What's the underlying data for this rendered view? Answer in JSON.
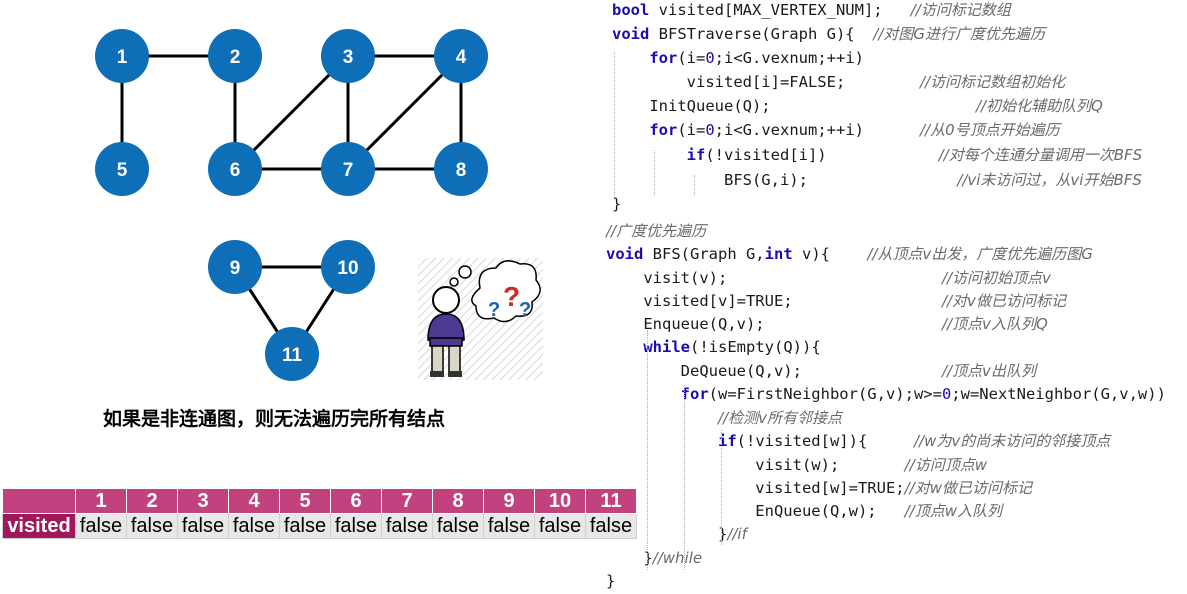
{
  "graph": {
    "nodes": [
      {
        "id": "1",
        "label": "1"
      },
      {
        "id": "2",
        "label": "2"
      },
      {
        "id": "3",
        "label": "3"
      },
      {
        "id": "4",
        "label": "4"
      },
      {
        "id": "5",
        "label": "5"
      },
      {
        "id": "6",
        "label": "6"
      },
      {
        "id": "7",
        "label": "7"
      },
      {
        "id": "8",
        "label": "8"
      },
      {
        "id": "9",
        "label": "9"
      },
      {
        "id": "10",
        "label": "10"
      },
      {
        "id": "11",
        "label": "11"
      }
    ],
    "edges": [
      [
        "1",
        "2"
      ],
      [
        "1",
        "5"
      ],
      [
        "2",
        "6"
      ],
      [
        "3",
        "4"
      ],
      [
        "3",
        "6"
      ],
      [
        "3",
        "7"
      ],
      [
        "4",
        "7"
      ],
      [
        "4",
        "8"
      ],
      [
        "6",
        "7"
      ],
      [
        "7",
        "8"
      ],
      [
        "9",
        "10"
      ],
      [
        "9",
        "11"
      ],
      [
        "10",
        "11"
      ]
    ],
    "node_color": "#0e6fb8"
  },
  "caption": "如果是非连通图，则无法遍历完所有结点",
  "table": {
    "row_label": "visited",
    "headers": [
      "1",
      "2",
      "3",
      "4",
      "5",
      "6",
      "7",
      "8",
      "9",
      "10",
      "11"
    ],
    "values": [
      "false",
      "false",
      "false",
      "false",
      "false",
      "false",
      "false",
      "false",
      "false",
      "false",
      "false"
    ],
    "header_color": "#c2417f",
    "label_color": "#a0185a"
  },
  "illustration": {
    "bubble_text": "?¿?",
    "icon": "confused-person-icon"
  },
  "code": {
    "lines": [
      [
        {
          "t": "bool",
          "c": "kw"
        },
        {
          "t": " visited[MAX_VERTEX_NUM];   "
        },
        {
          "t": "//访问标记数组",
          "c": "cm"
        }
      ],
      [
        {
          "t": "void",
          "c": "kw"
        },
        {
          "t": " BFSTraverse(Graph G){  "
        },
        {
          "t": "//对图G进行广度优先遍历",
          "c": "cm"
        }
      ],
      [
        {
          "t": "    "
        },
        {
          "t": "for",
          "c": "kw"
        },
        {
          "t": "(i="
        },
        {
          "t": "0",
          "c": "num"
        },
        {
          "t": ";i<G.vexnum;++i)"
        }
      ],
      [
        {
          "t": "        visited[i]=FALSE;        "
        },
        {
          "t": "//访问标记数组初始化",
          "c": "cm"
        }
      ],
      [
        {
          "t": "    InitQueue(Q);                      "
        },
        {
          "t": "//初始化辅助队列Q",
          "c": "cm"
        }
      ],
      [
        {
          "t": "    "
        },
        {
          "t": "for",
          "c": "kw"
        },
        {
          "t": "(i="
        },
        {
          "t": "0",
          "c": "num"
        },
        {
          "t": ";i<G.vexnum;++i)      "
        },
        {
          "t": "//从0号顶点开始遍历",
          "c": "cm"
        }
      ],
      [
        {
          "t": "        "
        },
        {
          "t": "if",
          "c": "kw"
        },
        {
          "t": "(!visited[i])            "
        },
        {
          "t": "//对每个连通分量调用一次BFS",
          "c": "cm"
        }
      ],
      [
        {
          "t": "            BFS(G,i);                "
        },
        {
          "t": "//vi未访问过，从vi开始BFS",
          "c": "cm"
        }
      ],
      [
        {
          "t": "}"
        }
      ],
      [
        {
          "t": "//广度优先遍历",
          "c": "cm"
        }
      ],
      [
        {
          "t": "void",
          "c": "kw"
        },
        {
          "t": " BFS(Graph G,"
        },
        {
          "t": "int",
          "c": "kw"
        },
        {
          "t": " v){    "
        },
        {
          "t": "//从顶点v出发，广度优先遍历图G",
          "c": "cm"
        }
      ],
      [
        {
          "t": "    visit(v);                       "
        },
        {
          "t": "//访问初始顶点v",
          "c": "cm"
        }
      ],
      [
        {
          "t": "    visited[v]=TRUE;                "
        },
        {
          "t": "//对v做已访问标记",
          "c": "cm"
        }
      ],
      [
        {
          "t": "    Enqueue(Q,v);                   "
        },
        {
          "t": "//顶点v入队列Q",
          "c": "cm"
        }
      ],
      [
        {
          "t": "    "
        },
        {
          "t": "while",
          "c": "kw"
        },
        {
          "t": "(!isEmpty(Q)){"
        }
      ],
      [
        {
          "t": "        DeQueue(Q,v);               "
        },
        {
          "t": "//顶点v出队列",
          "c": "cm"
        }
      ],
      [
        {
          "t": "        "
        },
        {
          "t": "for",
          "c": "kw"
        },
        {
          "t": "(w=FirstNeighbor(G,v);w>="
        },
        {
          "t": "0",
          "c": "num"
        },
        {
          "t": ";w=NextNeighbor(G,v,w))"
        }
      ],
      [
        {
          "t": "            "
        },
        {
          "t": "//检测v所有邻接点",
          "c": "cm"
        }
      ],
      [
        {
          "t": "            "
        },
        {
          "t": "if",
          "c": "kw"
        },
        {
          "t": "(!visited[w]){     "
        },
        {
          "t": "//w为v的尚未访问的邻接顶点",
          "c": "cm"
        }
      ],
      [
        {
          "t": "                visit(w);       "
        },
        {
          "t": "//访问顶点w",
          "c": "cm"
        }
      ],
      [
        {
          "t": "                visited[w]=TRUE;"
        },
        {
          "t": "//对w做已访问标记",
          "c": "cm"
        }
      ],
      [
        {
          "t": "                EnQueue(Q,w);   "
        },
        {
          "t": "//顶点w入队列",
          "c": "cm"
        }
      ],
      [
        {
          "t": "            }"
        },
        {
          "t": "//if",
          "c": "cm"
        }
      ],
      [
        {
          "t": "    }"
        },
        {
          "t": "//while",
          "c": "cm"
        }
      ],
      [
        {
          "t": "}"
        }
      ]
    ]
  }
}
